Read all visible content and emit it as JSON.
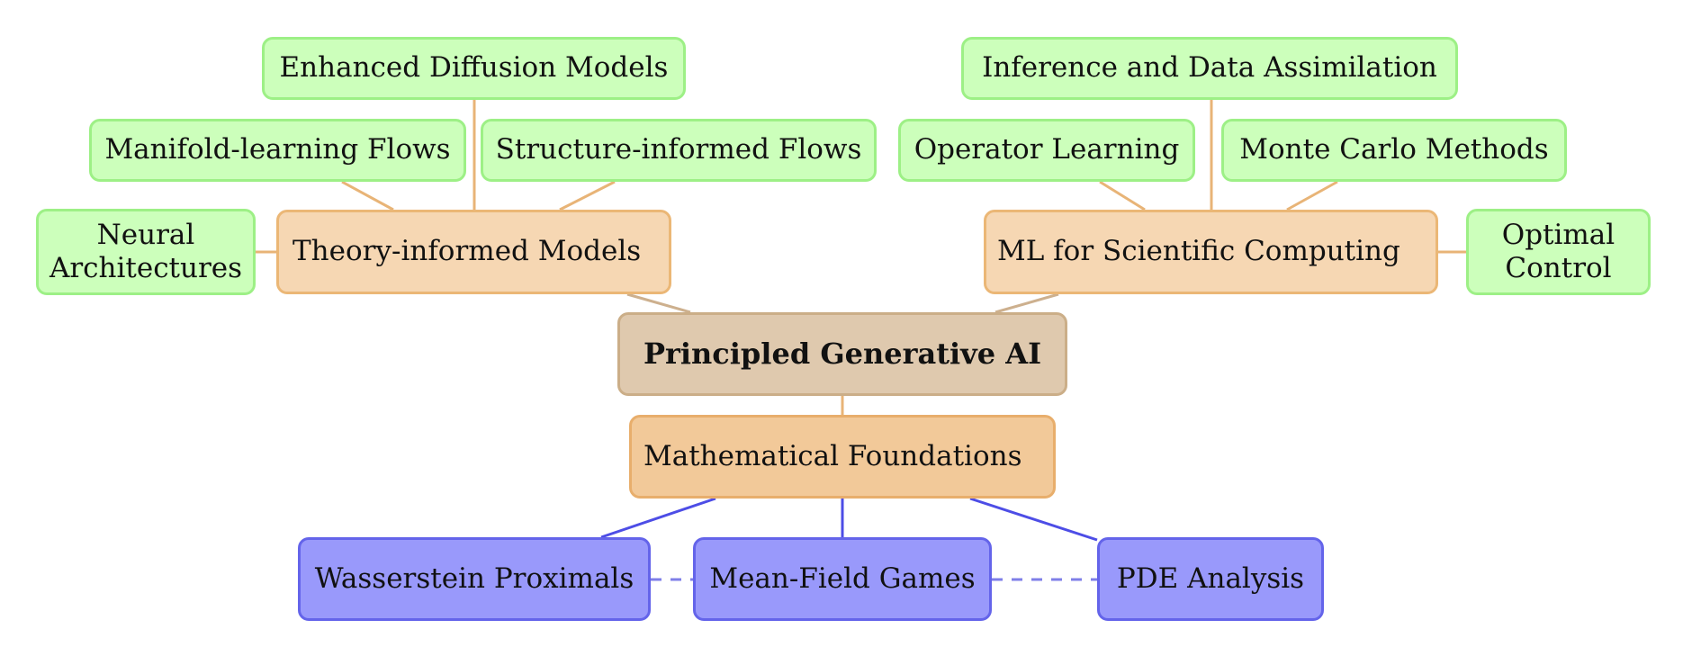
{
  "diagram": {
    "root": {
      "label": "Principled Generative AI"
    },
    "theory_branch": {
      "label": "Theory-informed Models",
      "children": {
        "enhanced_diffusion": "Enhanced Diffusion Models",
        "manifold_flows": "Manifold-learning Flows",
        "structure_flows": "Structure-informed Flows",
        "neural_architectures": "Neural\nArchitectures"
      }
    },
    "scientific_branch": {
      "label": "ML for Scientific Computing",
      "children": {
        "inference": "Inference and Data Assimilation",
        "operator_learning": "Operator Learning",
        "monte_carlo": "Monte Carlo Methods",
        "optimal_control": "Optimal\nControl"
      }
    },
    "foundations_branch": {
      "label": "Mathematical Foundations",
      "children": {
        "wasserstein": "Wasserstein Proximals",
        "mean_field": "Mean-Field Games",
        "pde": "PDE Analysis"
      }
    },
    "colors": {
      "green_fill": "#ccffbb",
      "green_border": "#9df086",
      "orange_fill": "#f6d7b3",
      "orange_border": "#ebb776",
      "tan_fill": "#dfc9ae",
      "blue_fill": "#9999fb",
      "blue_line": "#4d4de6",
      "orange_line": "#e8b477",
      "tan_line": "#cdb08e"
    }
  }
}
